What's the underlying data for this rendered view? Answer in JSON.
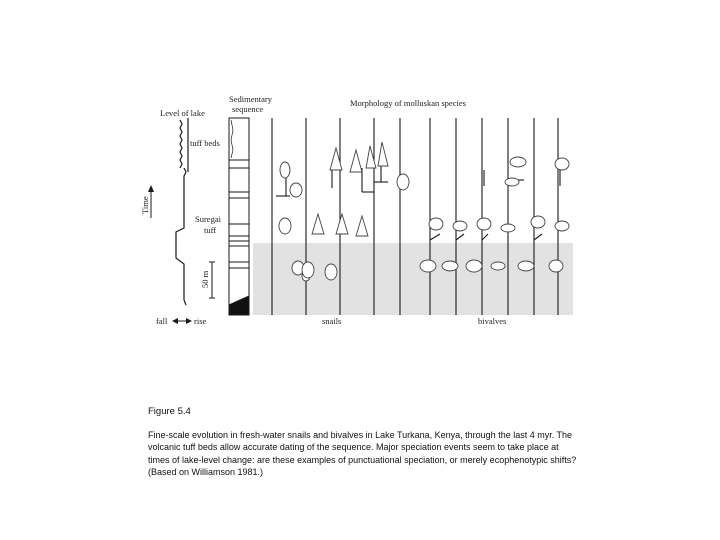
{
  "figure": {
    "labels": {
      "lake_level": "Level of lake",
      "sedimentary": "Sedimentary",
      "sequence": "sequence",
      "morphology": "Morphology of molluskan species",
      "tuff_beds": "tuff beds",
      "time": "Time",
      "suregai": "Suregai",
      "tuff": "tuff",
      "scale": "50 m",
      "fall": "fall",
      "rise": "rise",
      "snails": "snails",
      "bivalves": "bivalves"
    },
    "colors": {
      "line": "#1a1a1a",
      "band": "#e2e2e2",
      "shell": "#444444"
    }
  },
  "caption": {
    "title": "Figure 5.4",
    "text": "Fine-scale evolution in fresh-water snails and bivalves in Lake Turkana, Kenya, through the last 4 myr. The volcanic tuff beds allow accurate dating of the sequence. Major speciation events seem to take place at times of lake-level change: are these examples of punctuational speciation, or merely ecophenotypic shifts? (Based on Williamson 1981.)"
  }
}
